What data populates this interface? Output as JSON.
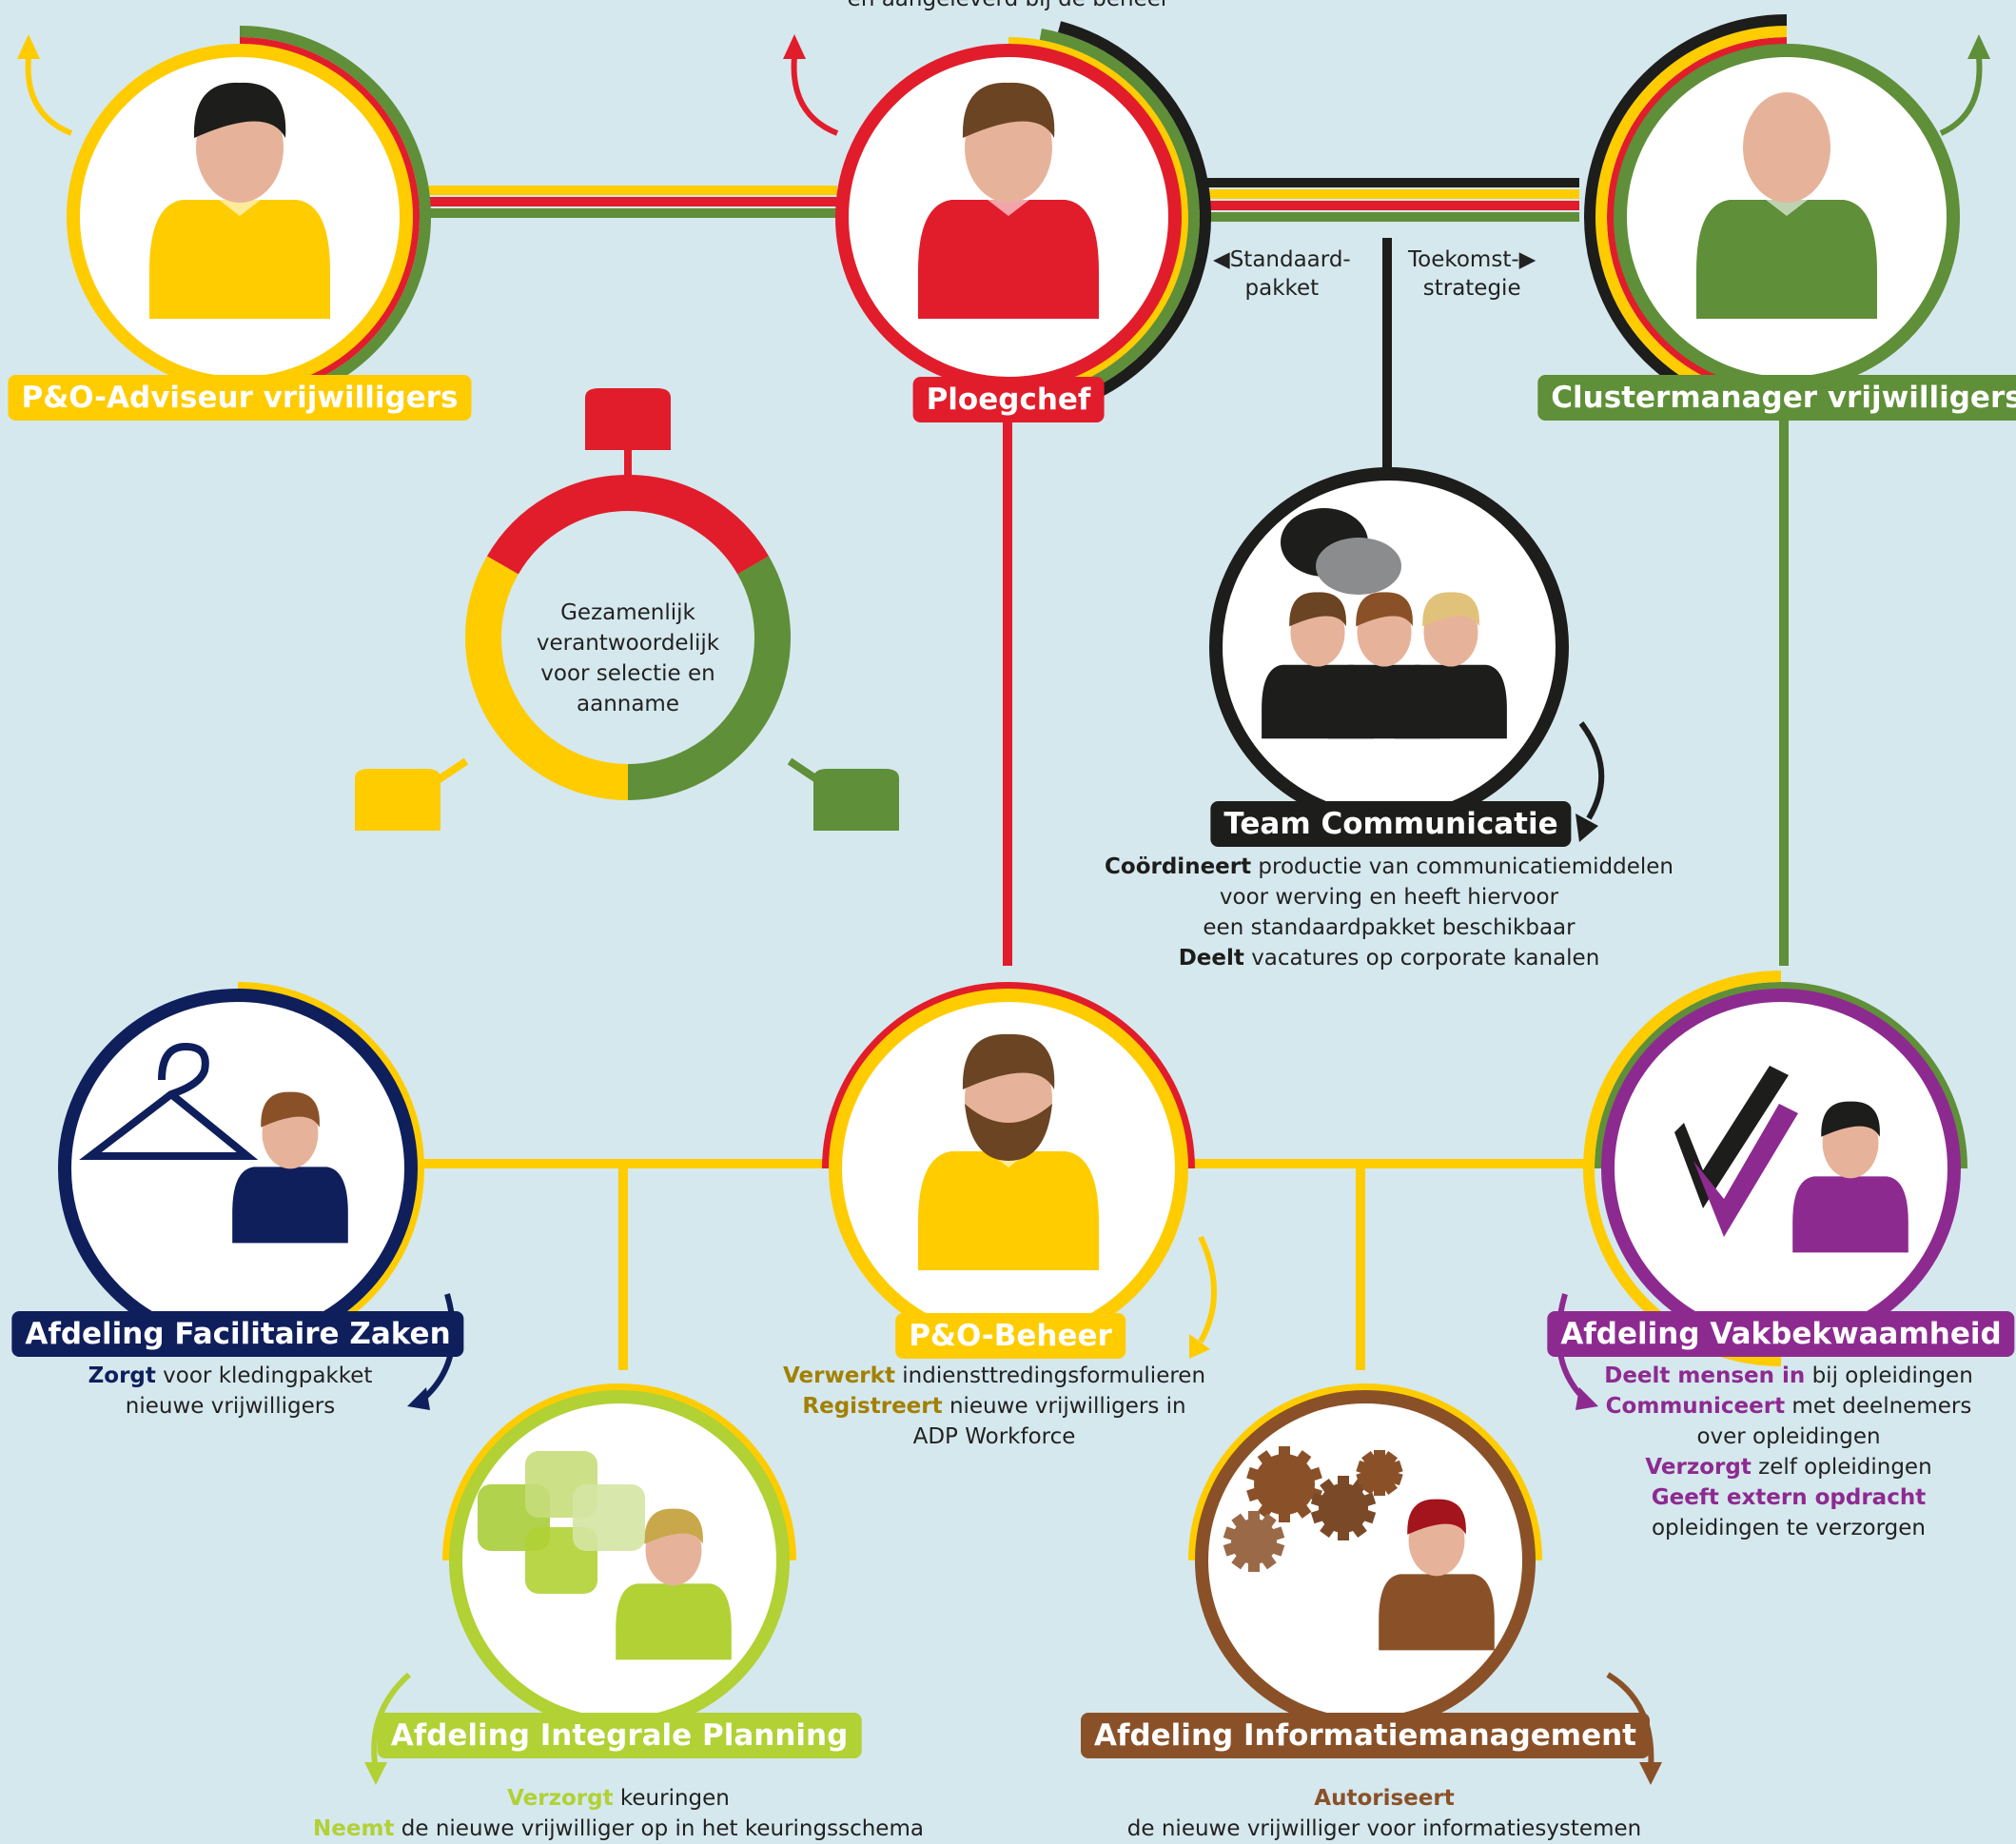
{
  "colors": {
    "background": "#d5e8ee",
    "yellow": "#ffcc00",
    "red": "#e11d2b",
    "green": "#5f8f38",
    "black": "#1d1d1b",
    "navy": "#0f1f5c",
    "lime": "#b1d135",
    "brown": "#8a5128",
    "purple": "#8d2a90",
    "gold_text": "#a28000",
    "grey": "#8b8c8e"
  },
  "top_text": "en aangeleverd bij de beheer",
  "nodes": {
    "po_adviseur": {
      "label": "P&O-Adviseur vrijwilligers",
      "icon": "person-yellow-icon"
    },
    "ploegchef": {
      "label": "Ploegchef",
      "icon": "person-red-icon"
    },
    "clustermanager": {
      "label": "Clustermanager vrijwilligers",
      "icon": "person-green-icon"
    },
    "team_communicatie": {
      "label": "Team Communicatie",
      "icon": "team-chat-icon",
      "lines": [
        {
          "bold": "Coördineert",
          "rest": " productie van communicatiemiddelen"
        },
        {
          "bold": "",
          "rest": "voor werving en heeft hiervoor"
        },
        {
          "bold": "",
          "rest": "een standaardpakket beschikbaar"
        },
        {
          "bold": "Deelt",
          "rest": " vacatures op corporate kanalen"
        }
      ]
    },
    "facilitaire_zaken": {
      "label": "Afdeling Facilitaire Zaken",
      "icon": "hanger-icon",
      "lines": [
        {
          "bold": "Zorgt",
          "rest": " voor kledingpakket"
        },
        {
          "bold": "",
          "rest": "nieuwe vrijwilligers"
        }
      ]
    },
    "po_beheer": {
      "label": "P&O-Beheer",
      "icon": "person-bearded-icon",
      "lines": [
        {
          "bold": "Verwerkt",
          "rest": " indiensttredingsformulieren"
        },
        {
          "bold": "Registreert",
          "rest": " nieuwe vrijwilligers in"
        },
        {
          "bold": "",
          "rest": "ADP Workforce"
        }
      ]
    },
    "vakbekwaamheid": {
      "label": "Afdeling Vakbekwaamheid",
      "icon": "checkmark-icon",
      "lines": [
        {
          "bold": "Deelt mensen in",
          "rest": " bij opleidingen"
        },
        {
          "bold": "Communiceert",
          "rest": " met deelnemers"
        },
        {
          "bold": "",
          "rest": "over opleidingen"
        },
        {
          "bold": "Verzorgt",
          "rest": " zelf opleidingen"
        },
        {
          "bold": "Geeft extern opdracht",
          "rest": ""
        },
        {
          "bold": "",
          "rest": "opleidingen te verzorgen"
        }
      ]
    },
    "integrale_planning": {
      "label": "Afdeling Integrale Planning",
      "icon": "planning-blocks-icon",
      "lines": [
        {
          "bold": "Verzorgt",
          "rest": " keuringen"
        },
        {
          "bold": "Neemt",
          "rest": " de nieuwe vrijwilliger op in het keuringsschema"
        }
      ]
    },
    "informatiemanagement": {
      "label": "Afdeling Informatiemanagement",
      "icon": "gears-icon",
      "lines": [
        {
          "bold": "Autoriseert",
          "rest": ""
        },
        {
          "bold": "",
          "rest": "de nieuwe vrijwilliger voor informatiesystemen"
        }
      ]
    }
  },
  "shared_ring": {
    "lines": [
      "Gezamenlijk",
      "verantwoordelijk",
      "voor selectie en",
      "aanname"
    ]
  },
  "connectors": {
    "standaardpakket": [
      "Standaard-",
      "pakket"
    ],
    "toekomststrategie": [
      "Toekomst-",
      "strategie"
    ],
    "left_arrow": "◀",
    "right_arrow": "▶"
  }
}
